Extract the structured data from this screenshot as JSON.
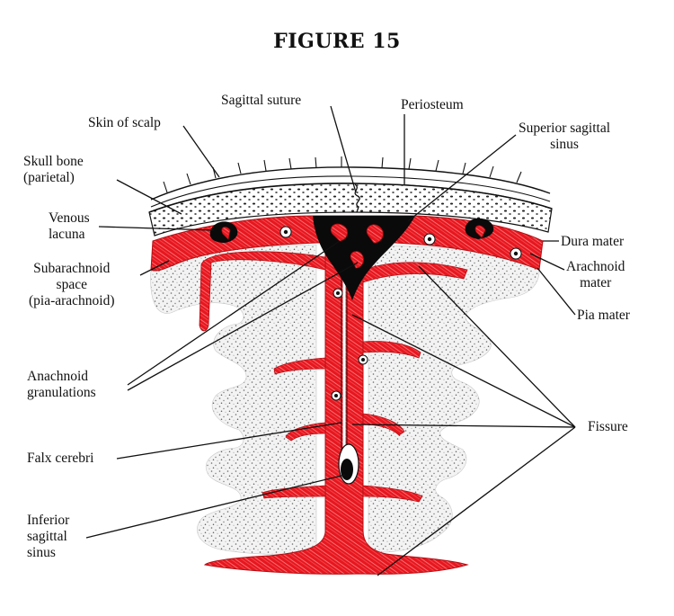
{
  "title": "FIGURE 15",
  "labels": {
    "skin_of_scalp": "Skin of scalp",
    "sagittal_suture": "Sagittal suture",
    "periosteum": "Periosteum",
    "superior_sagittal_sinus": [
      "Superior sagittal",
      "sinus"
    ],
    "skull_bone": [
      "Skull bone",
      "(parietal)"
    ],
    "venous_lacuna": [
      "Venous",
      "lacuna"
    ],
    "dura_mater": "Dura mater",
    "subarachnoid_space": [
      "Subarachnoid",
      "space",
      "(pia-arachnoid)"
    ],
    "arachnoid_mater": [
      "Arachnoid",
      "mater"
    ],
    "pia_mater": "Pia mater",
    "anachnoid_granulations": [
      "Anachnoid",
      "granulations"
    ],
    "fissure": "Fissure",
    "falx_cerebri": "Falx cerebri",
    "inferior_sagittal_sinus": [
      "Inferior",
      "sagittal",
      "sinus"
    ]
  },
  "colors": {
    "membrane_red": "#e8161e",
    "sinus_black": "#0a0a0a",
    "brain_stipple": "#9a9a9a",
    "line": "#111111"
  }
}
